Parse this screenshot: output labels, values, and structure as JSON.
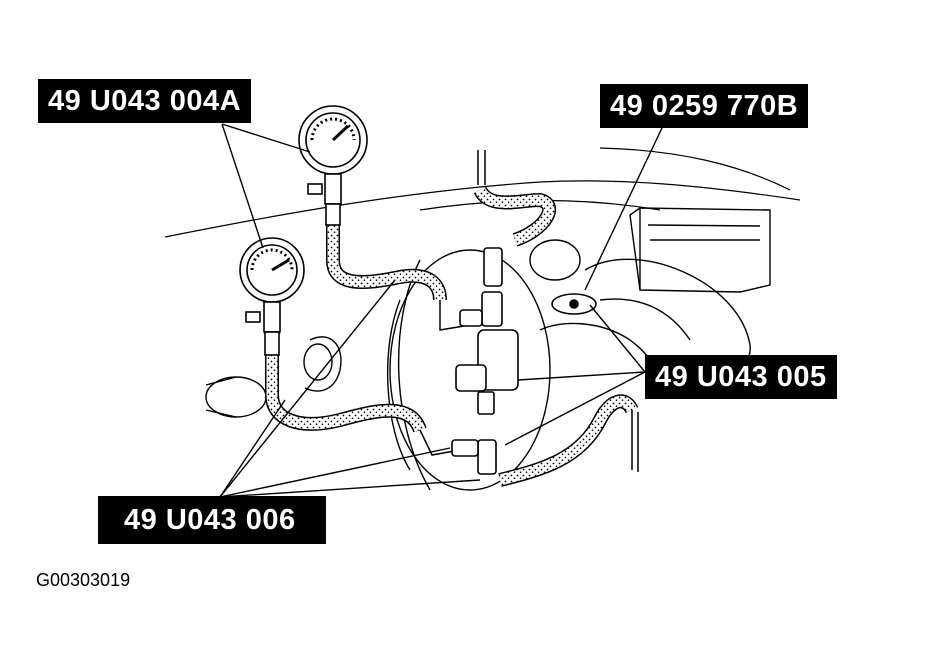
{
  "callouts": {
    "gauge_set": "49 U043 004A",
    "adapter": "49 0259 770B",
    "joint": "49 U043 005",
    "hoses": "49 U043 006"
  },
  "figure_id": "G00303019"
}
